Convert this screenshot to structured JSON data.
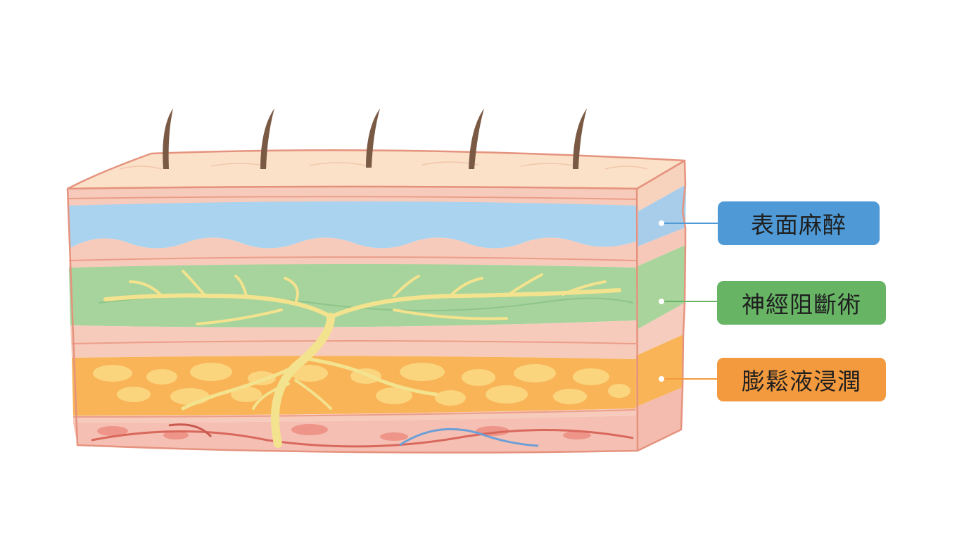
{
  "diagram": {
    "labels": {
      "surface": "表面麻醉",
      "nerve_block": "神經阻斷術",
      "tumescent": "膨鬆液浸潤"
    }
  },
  "colors": {
    "surface_label_bg": "#4f9ad6",
    "nerve_label_bg": "#67b465",
    "tumescent_label_bg": "#f39a3e",
    "epidermis": "#fbe3cc",
    "blue_layer": "#a9d3ef",
    "green_layer": "#a6d49c",
    "orange_layer": "#f8b457",
    "deep_layer": "#f5bfb3",
    "nerve": "#f3e28e"
  }
}
